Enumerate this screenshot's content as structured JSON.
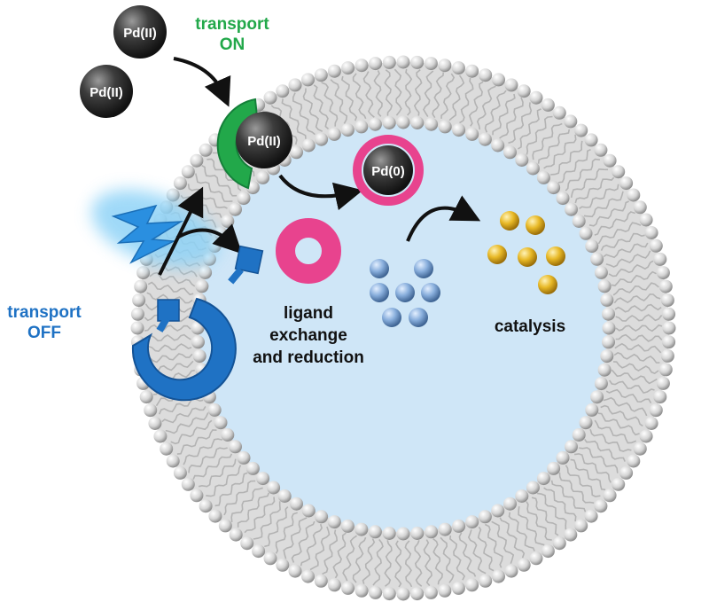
{
  "labels": {
    "transport_on_line1": "transport",
    "transport_on_line2": "ON",
    "transport_off_line1": "transport",
    "transport_off_line2": "OFF",
    "ligand_line1": "ligand",
    "ligand_line2": "exchange",
    "ligand_line3": "and reduction",
    "catalysis": "catalysis"
  },
  "species": {
    "pd2": "Pd(II)",
    "pd0": "Pd(0)"
  },
  "colors": {
    "transport_on": "#22a84a",
    "transport_off": "#1f72c4",
    "pink_ring": "#e8438e",
    "lumen": "#cfe6f7",
    "lipid_tail": "#b8b8b8",
    "lipid_head": "#d9d9d9",
    "pd_sphere": "#3a3a3a",
    "blue_particle": "#7da7d8",
    "gold_particle": "#e3b22b",
    "light_glow": "#8fd3f7",
    "lightning": "#2a8fe0"
  },
  "icons": {
    "light": "lightning-bolt-icon",
    "arrow": "curved-arrow-icon"
  }
}
